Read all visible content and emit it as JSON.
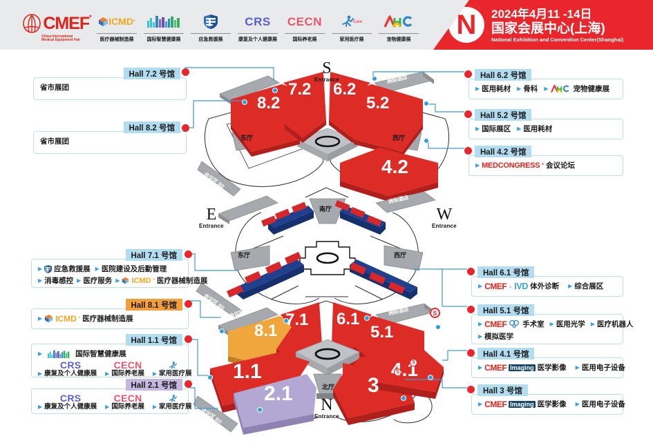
{
  "header": {
    "logos": [
      {
        "name": "cmef",
        "mark": "CMEF",
        "tagline_line1": "China International",
        "tagline_line2": "Medical Equipment Fair",
        "sub": ""
      },
      {
        "name": "icmd",
        "mark": "ICMD",
        "sub": "医疗器械制造展"
      },
      {
        "name": "smart-health",
        "mark": "",
        "sub": "国际智慧健康展"
      },
      {
        "name": "emergency",
        "mark": "",
        "sub": "应急救援展"
      },
      {
        "name": "crs",
        "mark": "CRS",
        "sub": "康复及个人健康展"
      },
      {
        "name": "cecn",
        "mark": "CECN",
        "sub": "国际养老展"
      },
      {
        "name": "home-medical",
        "mark": "",
        "sub": "家用医疗展"
      },
      {
        "name": "ahc",
        "mark": "AHC",
        "sub": "宠物健康展"
      }
    ],
    "banner": {
      "letter": "N",
      "date": "2024年4月11 -14日",
      "venue_cn": "国家会展中心(上海)",
      "venue_en": "National Exhibition and Convention Center(Shanghai)"
    }
  },
  "callouts": {
    "hall72": {
      "title": "Hall 7.2 号馆",
      "items": [
        "省市展团"
      ]
    },
    "hall82": {
      "title": "Hall 8.2 号馆",
      "items": [
        "省市展团"
      ]
    },
    "hall62": {
      "title": "Hall 6.2 号馆",
      "items": [
        "医用耗材",
        "骨科"
      ],
      "brand": "AHC",
      "brand_sub": "宠物健康展"
    },
    "hall52": {
      "title": "Hall 5.2 号馆",
      "items": [
        "国际展区",
        "医用耗材"
      ]
    },
    "hall42": {
      "title": "Hall 4.2 号馆",
      "brand": "MEDCONGRESS",
      "brand_sub": "会议论坛"
    },
    "hall71": {
      "title": "Hall 7.1 号馆",
      "row1": [
        "应急救援展",
        "医院建设及后勤管理"
      ],
      "row2": [
        "消毒感控",
        "医疗服务"
      ],
      "brand": "ICMD",
      "brand_sub": "医疗器械制造展"
    },
    "hall81": {
      "title": "Hall 8.1 号馆",
      "brand": "ICMD",
      "brand_sub": "医疗器械制造展"
    },
    "hall11": {
      "title": "Hall 1.1 号馆",
      "row1": [
        "国际智慧健康展"
      ],
      "brands": [
        {
          "big": "CRS",
          "sml": "康复及个人健康展",
          "color": "#5b5fc7"
        },
        {
          "big": "CECN",
          "sml": "国际养老展",
          "color": "#e8556d"
        },
        {
          "big": "",
          "sml": "家用医疗展",
          "color": "#3aa0e0"
        }
      ]
    },
    "hall21": {
      "title": "Hall 2.1 号馆",
      "brands": [
        {
          "big": "CRS",
          "sml": "康复及个人健康展",
          "color": "#5b5fc7"
        },
        {
          "big": "CECN",
          "sml": "国际养老展",
          "color": "#e8556d"
        },
        {
          "big": "",
          "sml": "家用医疗展",
          "color": "#3aa0e0"
        }
      ]
    },
    "hall61": {
      "title": "Hall 6.1 号馆",
      "brand1": "CMEF",
      "brand2": "IVD",
      "brand_sub": "体外诊断",
      "items": [
        "综合展区"
      ]
    },
    "hall51": {
      "title": "Hall 5.1 号馆",
      "brand1": "CMEF",
      "brand_sub": "手术室",
      "items": [
        "医用光学",
        "医疗机器人"
      ],
      "row2": [
        "模拟医学"
      ]
    },
    "hall41": {
      "title": "Hall 4.1 号馆",
      "brand1": "CMEF",
      "brand2": "Imaging",
      "brand_sub": "医学影像",
      "items": [
        "医用电子设备"
      ]
    },
    "hall3": {
      "title": "Hall 3 号馆",
      "brand1": "CMEF",
      "brand2": "Imaging",
      "brand_sub": "医学影像",
      "items": [
        "医用电子设备"
      ]
    }
  },
  "maps": {
    "level2": {
      "halls": [
        {
          "id": "8.2",
          "label": "8.2"
        },
        {
          "id": "7.2",
          "label": "7.2"
        },
        {
          "id": "6.2",
          "label": "6.2"
        },
        {
          "id": "5.2",
          "label": "5.2"
        },
        {
          "id": "4.2",
          "label": "4.2"
        }
      ],
      "entrances": [
        {
          "letter": "S",
          "sub": "Entrance"
        }
      ],
      "annotations": [
        "会议区 C0",
        "Conference Zone",
        "洲际酒店",
        "东厅",
        "西厅",
        "会议区 B0",
        "Conference Zone"
      ]
    },
    "levelMid": {
      "entrances": [
        {
          "letter": "E",
          "sub": "Entrance"
        },
        {
          "letter": "W",
          "sub": "Entrance"
        }
      ],
      "annotations": [
        "会议区 C0",
        "洲际酒店",
        "南厅",
        "东厅",
        "西厅",
        "会议区 B0"
      ]
    },
    "level1": {
      "halls": [
        {
          "id": "8.1",
          "label": "8.1"
        },
        {
          "id": "7.1",
          "label": "7.1"
        },
        {
          "id": "6.1",
          "label": "6.1"
        },
        {
          "id": "5.1",
          "label": "5.1"
        },
        {
          "id": "1.1",
          "label": "1.1"
        },
        {
          "id": "2.1",
          "label": "2.1"
        },
        {
          "id": "3",
          "label": "3"
        },
        {
          "id": "4.1",
          "label": "4.1"
        }
      ],
      "entrances": [
        {
          "letter": "N",
          "sub": "Entrance"
        }
      ],
      "annotations": [
        "会议区 C0",
        "Conference Zone",
        "洲际酒店",
        "北厅",
        "会议区 B0",
        "Conference Zone"
      ]
    }
  },
  "colors": {
    "brand_red": "#e2231a",
    "banner_red": "#e8262b",
    "hall_red": "#dd2b26",
    "hall_orange": "#efa63c",
    "hall_purple": "#b3a7d4",
    "tab_blue": "#b2dcf0",
    "line_blue": "#3f9ad4",
    "header_bg": "#e9eaec"
  }
}
